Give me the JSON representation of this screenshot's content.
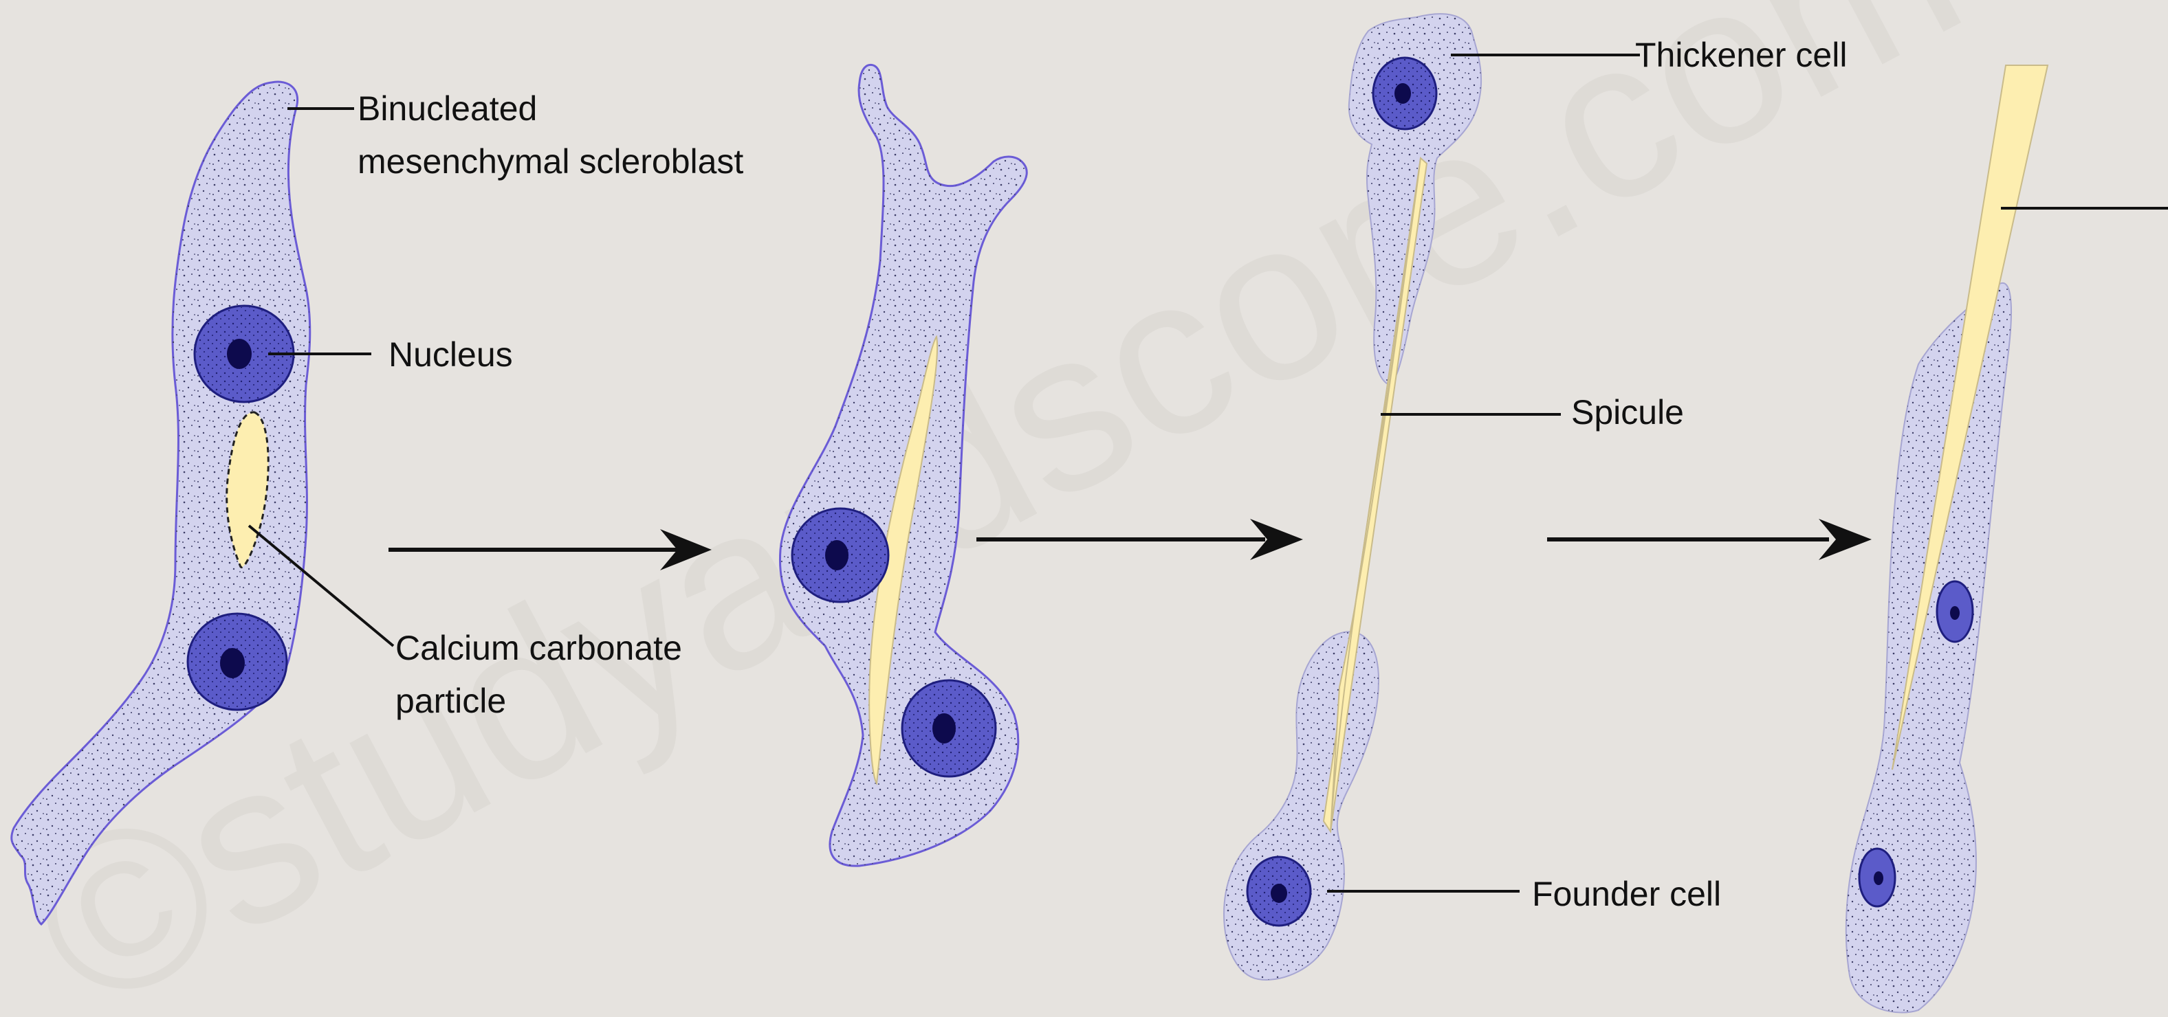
{
  "watermark": "©studyandscore.com",
  "labels": {
    "scleroblast_line1": "Binucleated",
    "scleroblast_line2": "mesenchymal scleroblast",
    "nucleus": "Nucleus",
    "particle_line1": "Calcium carbonate",
    "particle_line2": "particle",
    "thickener": "Thickener cell",
    "spicule": "Spicule",
    "founder": "Founder cell"
  },
  "colors": {
    "background": "#e6e3df",
    "cytoplasm": "#d3d3ee",
    "membrane": "#6b5cd6",
    "nucleus": "#5b5bc9",
    "spicule": "#fdeeb0"
  }
}
